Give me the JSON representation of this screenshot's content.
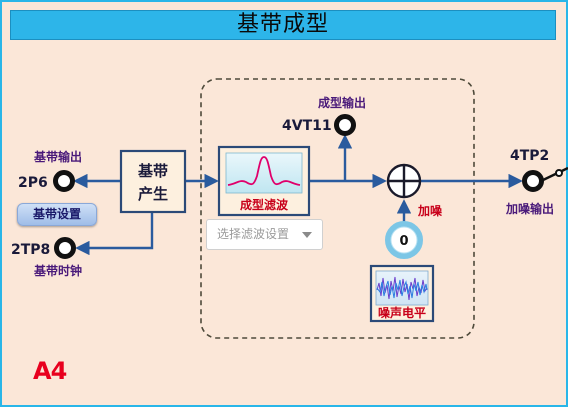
{
  "title": "基带成型",
  "panel_label": "A4",
  "colors": {
    "frame_border": "#29b6e8",
    "background": "#fbe7d8",
    "title_bar": "#2db5e9",
    "block_fill": "#fdf0df",
    "block_border": "#2b4a78",
    "signal_line": "#2a5b9e",
    "label_purple": "#4a1a7a",
    "label_red": "#c8001a",
    "port_accent": "#29b6e8"
  },
  "left_ports": {
    "output_label": "基带输出",
    "output_port": "2P6",
    "clock_label": "基带时钟",
    "clock_port": "2TP8",
    "settings_button": "基带设置"
  },
  "baseband_block": {
    "line1": "基带",
    "line2": "产生"
  },
  "filter": {
    "caption": "成型滤波",
    "select_placeholder": "选择滤波设置"
  },
  "shaped_output": {
    "label": "成型输出",
    "port": "4VT11"
  },
  "adder": {
    "symbol": "⊕",
    "noise_label": "加噪",
    "knob_value": "0"
  },
  "noise": {
    "caption": "噪声电平"
  },
  "right_port": {
    "port": "4TP2",
    "label": "加噪输出"
  }
}
